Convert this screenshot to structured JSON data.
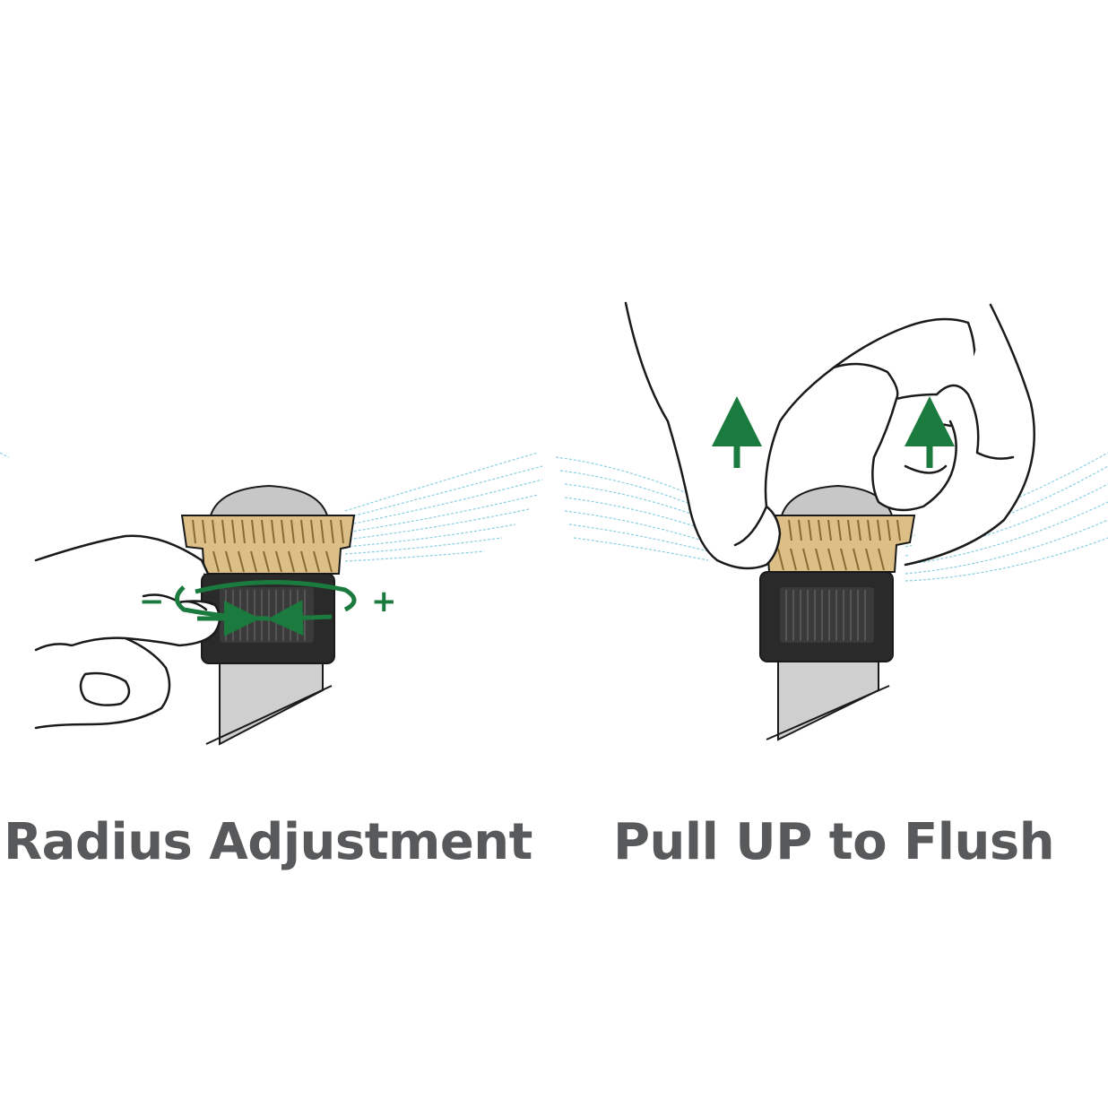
{
  "panels": [
    {
      "id": "radius-adjustment",
      "caption": "Radius Adjustment",
      "signs": {
        "minus": "−",
        "plus": "+"
      }
    },
    {
      "id": "pull-up-to-flush",
      "caption": "Pull UP to Flush"
    }
  ],
  "colors": {
    "caption_text": "#58595b",
    "arrow_green": "#1b7a3e",
    "brass": "#dcbf86",
    "brass_dark": "#8a6a30",
    "collar_black": "#2a2a2a",
    "cap_grey": "#c7c7c7",
    "riser_grey": "#cfcfcf",
    "water_blue": "#6ec4de",
    "outline": "#1a1a1a"
  }
}
